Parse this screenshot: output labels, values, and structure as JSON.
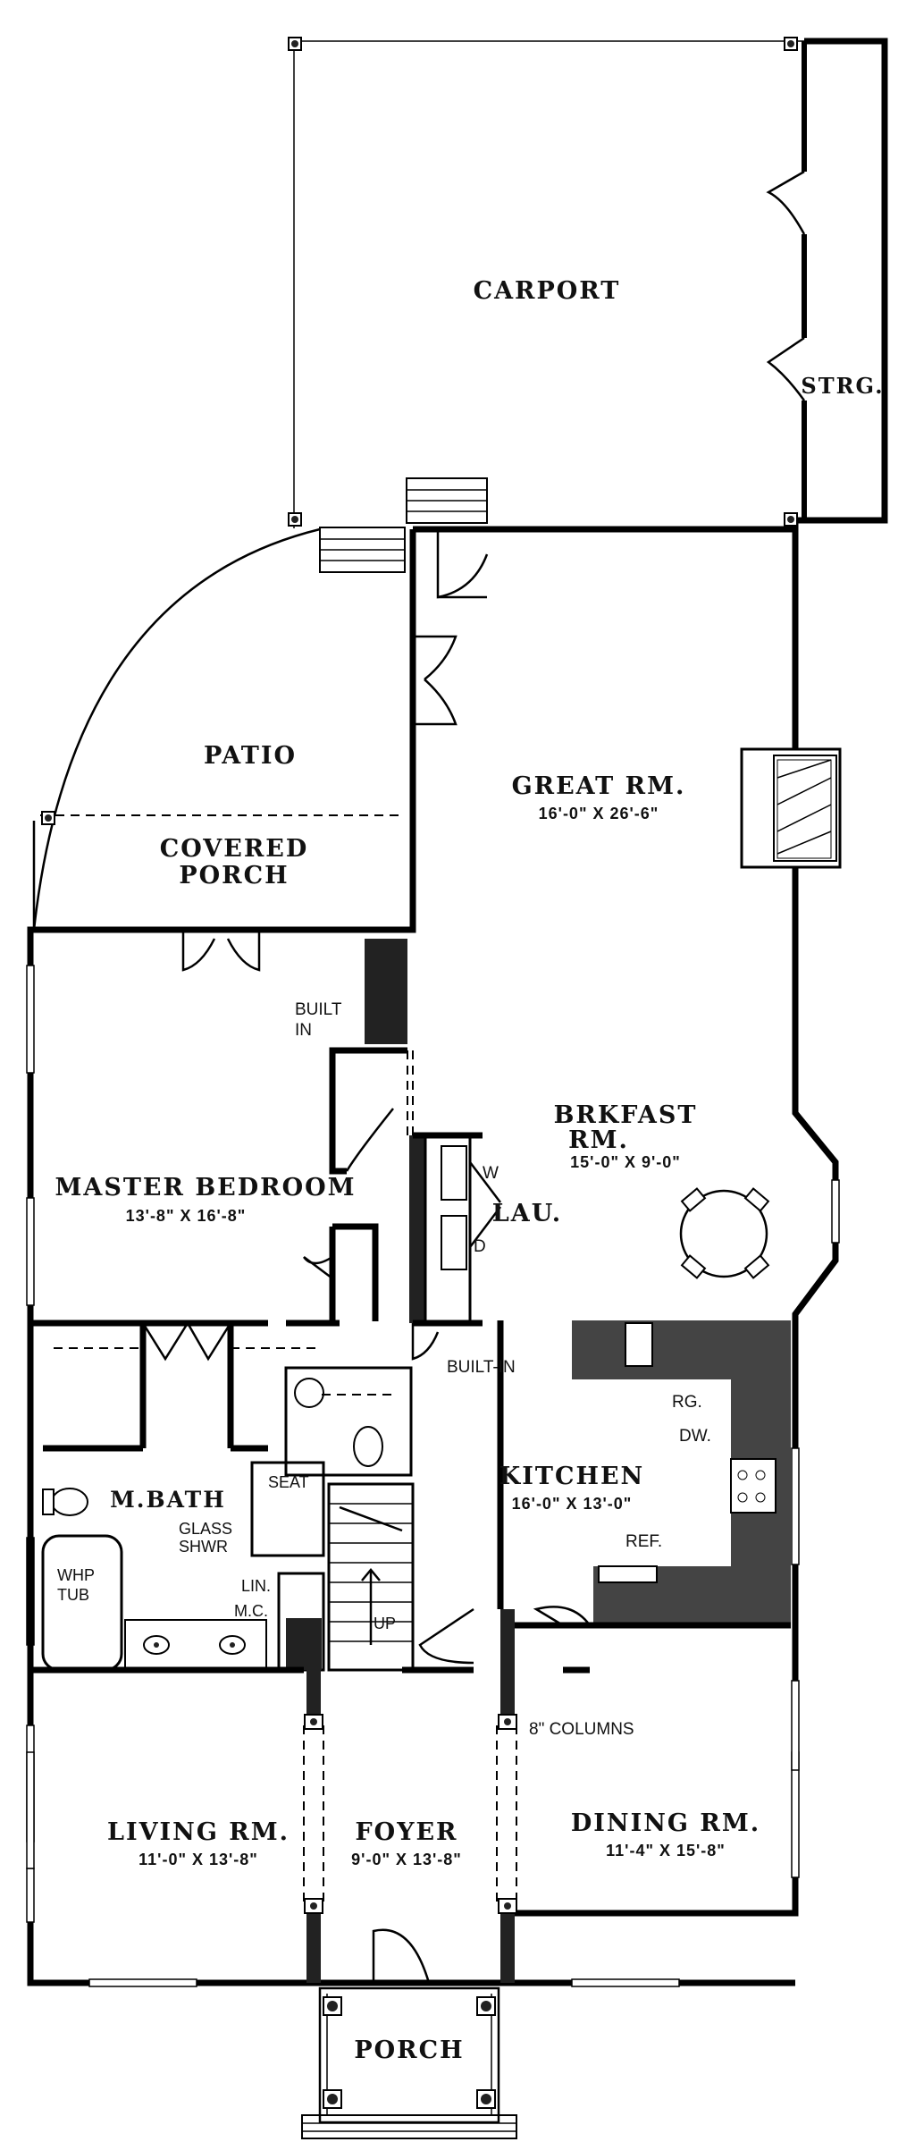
{
  "rooms": {
    "carport": "CARPORT",
    "storage": "STRG.",
    "patio": "PATIO",
    "covered_porch_1": "COVERED",
    "covered_porch_2": "PORCH",
    "great_room": "GREAT RM.",
    "great_room_dim": "16'-0\" X 26'-6\"",
    "brkfast_1": "BRKFAST",
    "brkfast_2": "RM.",
    "brkfast_dim": "15'-0\" X 9'-0\"",
    "master_bedroom": "MASTER BEDROOM",
    "master_bedroom_dim": "13'-8\" X 16'-8\"",
    "laundry": "LAU.",
    "kitchen": "KITCHEN",
    "kitchen_dim": "16'-0\" X 13'-0\"",
    "m_bath": "M.BATH",
    "living": "LIVING RM.",
    "living_dim": "11'-0\" X 13'-8\"",
    "foyer": "FOYER",
    "foyer_dim": "9'-0\" X 13'-8\"",
    "dining": "DINING RM.",
    "dining_dim": "11'-4\" X 15'-8\"",
    "porch": "PORCH"
  },
  "notes": {
    "built_in_1": "BUILT",
    "built_in_2": "IN",
    "built_in_hall": "BUILT-IN",
    "washer": "W",
    "dryer": "D",
    "range": "RG.",
    "dishwasher": "DW.",
    "refrigerator": "REF.",
    "seat": "SEAT",
    "glass_1": "GLASS",
    "glass_2": "SHWR",
    "whp_1": "WHP",
    "whp_2": "TUB",
    "linen": "LIN.",
    "mc": "M.C.",
    "up": "UP",
    "columns": "8\" COLUMNS"
  }
}
